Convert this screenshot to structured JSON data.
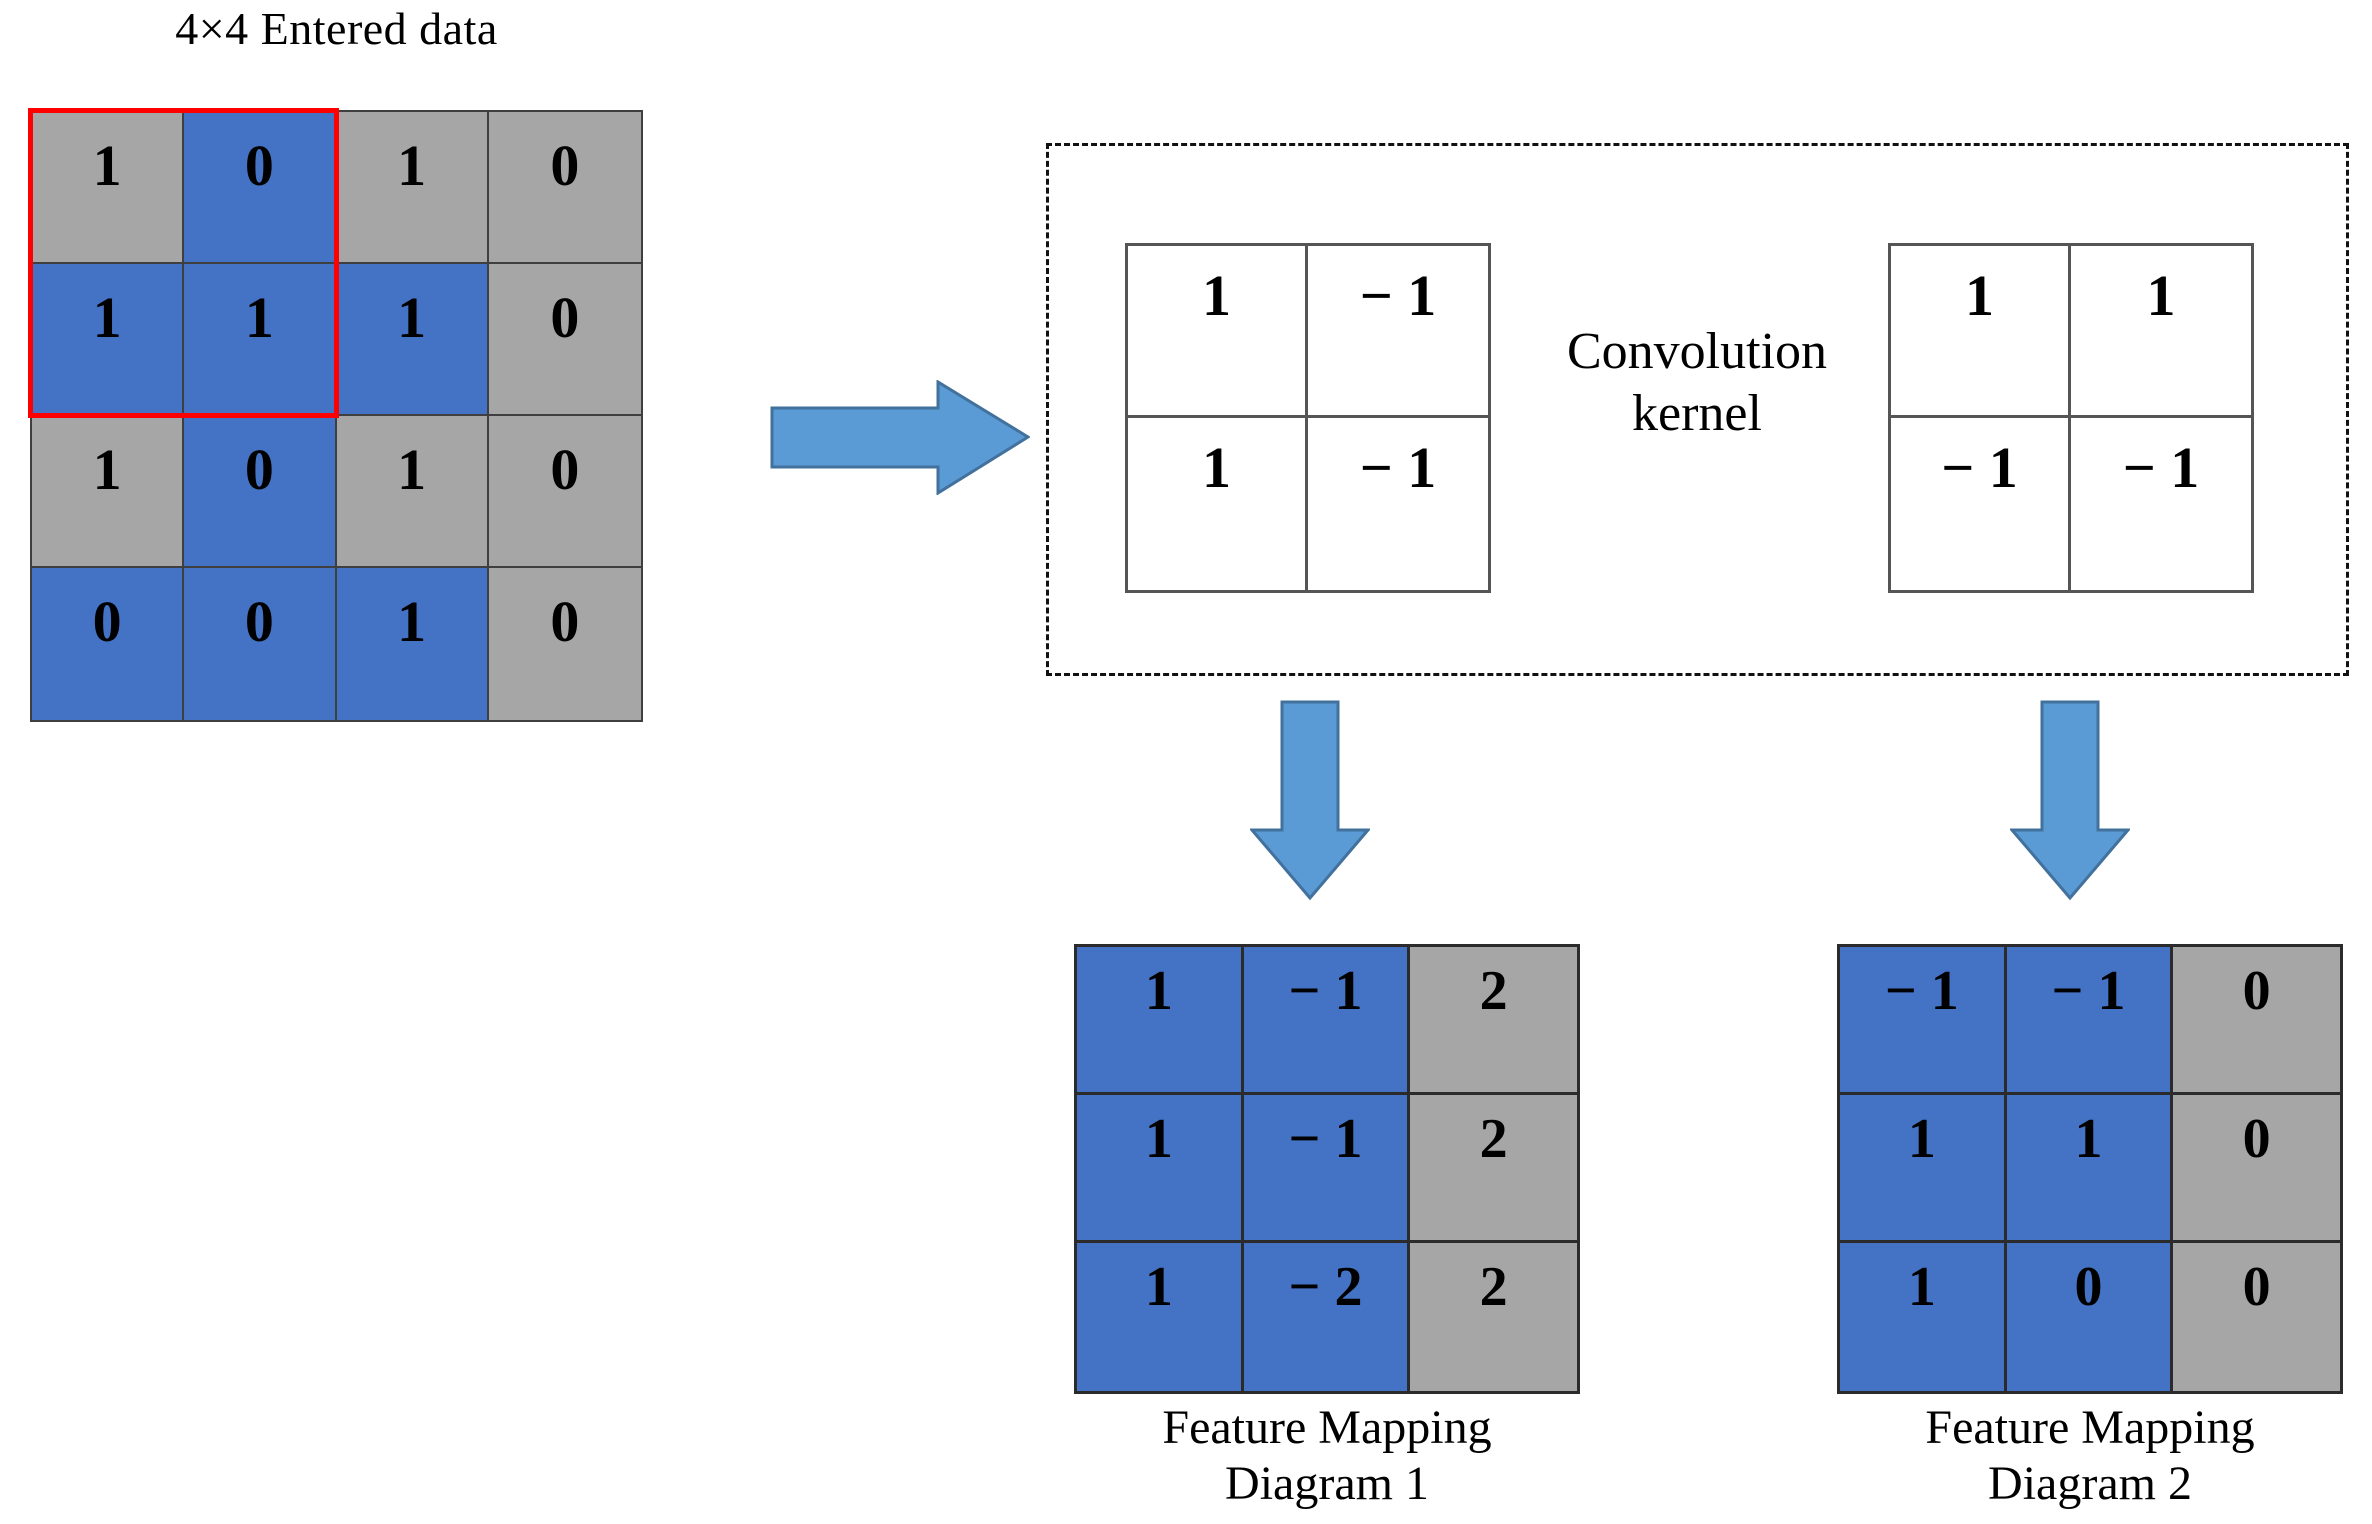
{
  "colors": {
    "blue": "#4472C4",
    "gray": "#A6A6A6",
    "arrow_blue": "#5B9BD5",
    "arrow_blue_edge": "#41719C",
    "highlight_red": "#FF0000",
    "grid_line": "#3f3f3f",
    "background": "#FFFFFF"
  },
  "input": {
    "title": "4×4 Entered data",
    "rows": [
      [
        {
          "v": "1",
          "c": "gray"
        },
        {
          "v": "0",
          "c": "blue"
        },
        {
          "v": "1",
          "c": "gray"
        },
        {
          "v": "0",
          "c": "gray"
        }
      ],
      [
        {
          "v": "1",
          "c": "blue"
        },
        {
          "v": "1",
          "c": "blue"
        },
        {
          "v": "1",
          "c": "blue"
        },
        {
          "v": "0",
          "c": "gray"
        }
      ],
      [
        {
          "v": "1",
          "c": "gray"
        },
        {
          "v": "0",
          "c": "blue"
        },
        {
          "v": "1",
          "c": "gray"
        },
        {
          "v": "0",
          "c": "gray"
        }
      ],
      [
        {
          "v": "0",
          "c": "blue"
        },
        {
          "v": "0",
          "c": "blue"
        },
        {
          "v": "1",
          "c": "blue"
        },
        {
          "v": "0",
          "c": "gray"
        }
      ]
    ],
    "highlight": {
      "rows": 2,
      "cols": 2,
      "start_row": 0,
      "start_col": 0
    }
  },
  "kernel_panel": {
    "label_line1": "Convolution",
    "label_line2": "kernel",
    "kernels": [
      {
        "name": "kernel-1",
        "rows": [
          [
            "1",
            "− 1"
          ],
          [
            "1",
            "− 1"
          ]
        ]
      },
      {
        "name": "kernel-2",
        "rows": [
          [
            "1",
            "1"
          ],
          [
            "− 1",
            "− 1"
          ]
        ]
      }
    ]
  },
  "feature_maps": [
    {
      "caption_line1": "Feature Mapping",
      "caption_line2": "Diagram 1",
      "rows": [
        [
          {
            "v": "1",
            "c": "blue"
          },
          {
            "v": "− 1",
            "c": "blue"
          },
          {
            "v": "2",
            "c": "gray"
          }
        ],
        [
          {
            "v": "1",
            "c": "blue"
          },
          {
            "v": "− 1",
            "c": "blue"
          },
          {
            "v": "2",
            "c": "gray"
          }
        ],
        [
          {
            "v": "1",
            "c": "blue"
          },
          {
            "v": "− 2",
            "c": "blue"
          },
          {
            "v": "2",
            "c": "gray"
          }
        ]
      ]
    },
    {
      "caption_line1": "Feature Mapping",
      "caption_line2": "Diagram 2",
      "rows": [
        [
          {
            "v": "− 1",
            "c": "blue"
          },
          {
            "v": "− 1",
            "c": "blue"
          },
          {
            "v": "0",
            "c": "gray"
          }
        ],
        [
          {
            "v": "1",
            "c": "blue"
          },
          {
            "v": "1",
            "c": "blue"
          },
          {
            "v": "0",
            "c": "gray"
          }
        ],
        [
          {
            "v": "1",
            "c": "blue"
          },
          {
            "v": "0",
            "c": "blue"
          },
          {
            "v": "0",
            "c": "gray"
          }
        ]
      ]
    }
  ],
  "arrows": {
    "right_arrow": "arrow-right-icon",
    "down_arrow_1": "arrow-down-icon",
    "down_arrow_2": "arrow-down-icon"
  },
  "chart_data": {
    "type": "diagram",
    "title": "Convolution operation illustration",
    "input_matrix": [
      [
        1,
        0,
        1,
        0
      ],
      [
        1,
        1,
        1,
        0
      ],
      [
        1,
        0,
        1,
        0
      ],
      [
        0,
        0,
        1,
        0
      ]
    ],
    "kernels": [
      [
        [
          1,
          -1
        ],
        [
          1,
          -1
        ]
      ],
      [
        [
          1,
          1
        ],
        [
          -1,
          -1
        ]
      ]
    ],
    "feature_maps": [
      [
        [
          1,
          -1,
          2
        ],
        [
          1,
          -1,
          2
        ],
        [
          1,
          -2,
          2
        ]
      ],
      [
        [
          -1,
          -1,
          0
        ],
        [
          1,
          1,
          0
        ],
        [
          1,
          0,
          0
        ]
      ]
    ]
  }
}
